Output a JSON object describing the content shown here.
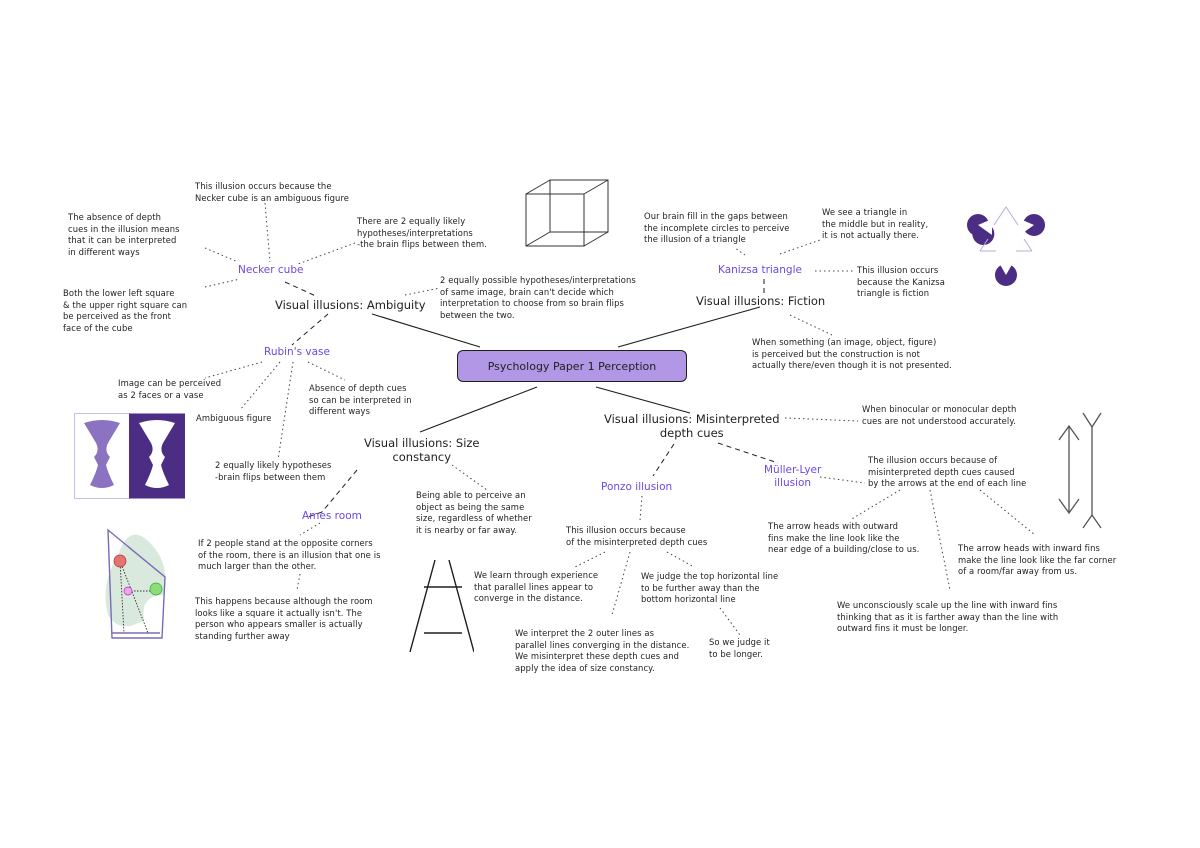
{
  "central": {
    "label": "Psychology Paper 1 Perception",
    "fill": "#b197e6"
  },
  "colors": {
    "subtopic": "#6a49e0",
    "ink": "#1e1e1e",
    "illustration_purple": "#4b2e83"
  },
  "ambiguity": {
    "title": "Visual illusions: Ambiguity",
    "note": "2 equally possible hypotheses/interpretations\nof same image, brain can't decide which\ninterpretation to choose from so brain flips\nbetween the two.",
    "necker": {
      "label": "Necker cube",
      "notes": [
        "This illusion occurs because the\nNecker cube is an ambiguous figure",
        "The absence of depth\ncues in the illusion means\nthat it can be interpreted\nin different ways",
        "There are 2 equally likely\nhypotheses/interpretations\n-the brain flips between them.",
        "Both the lower left square\n& the upper right square can\nbe perceived as the front\nface of the cube"
      ]
    },
    "rubin": {
      "label": "Rubin's vase",
      "notes": [
        "Image can be perceived\nas 2 faces or a vase",
        "Ambiguous figure",
        "Absence of depth cues\nso can be interpreted in\ndifferent ways",
        "2 equally likely hypotheses\n-brain flips between them"
      ]
    }
  },
  "fiction": {
    "title": "Visual illusions: Fiction",
    "note": "When something (an image, object, figure)\nis perceived but the construction is not\nactually there/even though it is not presented.",
    "kanizsa": {
      "label": "Kanizsa triangle",
      "notes": [
        "Our brain fill in the gaps between\nthe incomplete circles to perceive\nthe illusion of a triangle",
        "We see a triangle in\nthe middle but in reality,\nit is not actually there.",
        "This illusion occurs\nbecause the Kanizsa\ntriangle is fiction"
      ]
    }
  },
  "size": {
    "title": "Visual illusions: Size\nconstancy",
    "note": "Being able to perceive an\nobject as being the same\nsize, regardless of whether\nit is nearby or far away.",
    "ames": {
      "label": "Ames room",
      "notes": [
        "If 2 people stand at the opposite corners\nof the room, there is an illusion that one is\nmuch larger than the other.",
        "This happens because although the room\nlooks like a square it actually isn't. The\nperson who appears smaller is actually\nstanding further away"
      ]
    }
  },
  "depth": {
    "title": "Visual illusions: Misinterpreted\ndepth cues",
    "note": "When binocular or monocular depth\ncues are not understood accurately.",
    "ponzo": {
      "label": "Ponzo illusion",
      "notes": [
        "This illusion occurs because\nof the misinterpreted depth cues",
        "We learn through experience\nthat parallel lines appear to\nconverge in the distance.",
        "We judge the top horizontal line\nto be further away than the\nbottom horizontal line",
        "We interpret the 2 outer lines as\nparallel lines converging in the distance.\nWe misinterpret these depth cues and\napply the idea of size constancy.",
        "So we judge it\nto be longer."
      ]
    },
    "muller": {
      "label": "Müller-Lyer\nillusion",
      "notes": [
        "The illusion occurs because of\nmisinterpreted depth cues caused\nby the arrows at the end of each line",
        "The arrow heads with outward\nfins make the line look like the\nnear edge of a building/close to us.",
        "The arrow heads with inward fins\nmake the line look like the far corner\nof a room/far away from us.",
        "We unconsciously scale up the line with inward fins\nthinking that as it is farther away than the line with\noutward fins it must be longer."
      ]
    }
  }
}
